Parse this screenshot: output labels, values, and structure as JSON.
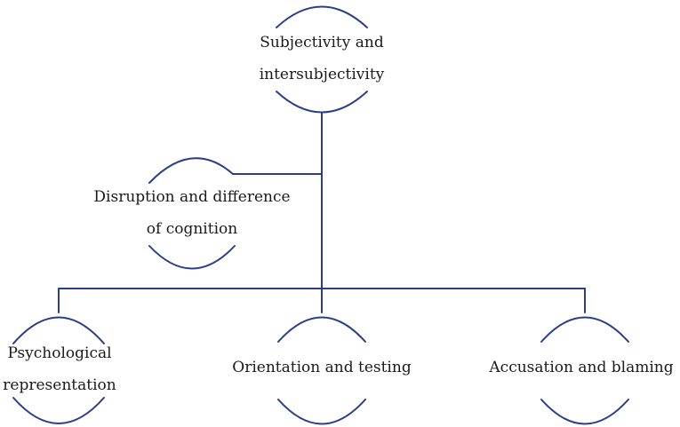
{
  "diagram": {
    "line_color": "#2a3f8a",
    "nodes": {
      "root": {
        "lines": [
          "Subjectivity and",
          "intersubjectivity"
        ]
      },
      "side": {
        "lines": [
          "Disruption and difference",
          "of cognition"
        ]
      },
      "left": {
        "lines": [
          "Psychological",
          "representation"
        ]
      },
      "middle": {
        "lines": [
          "Orientation and testing"
        ]
      },
      "right": {
        "lines": [
          "Accusation and blaming"
        ]
      }
    }
  }
}
